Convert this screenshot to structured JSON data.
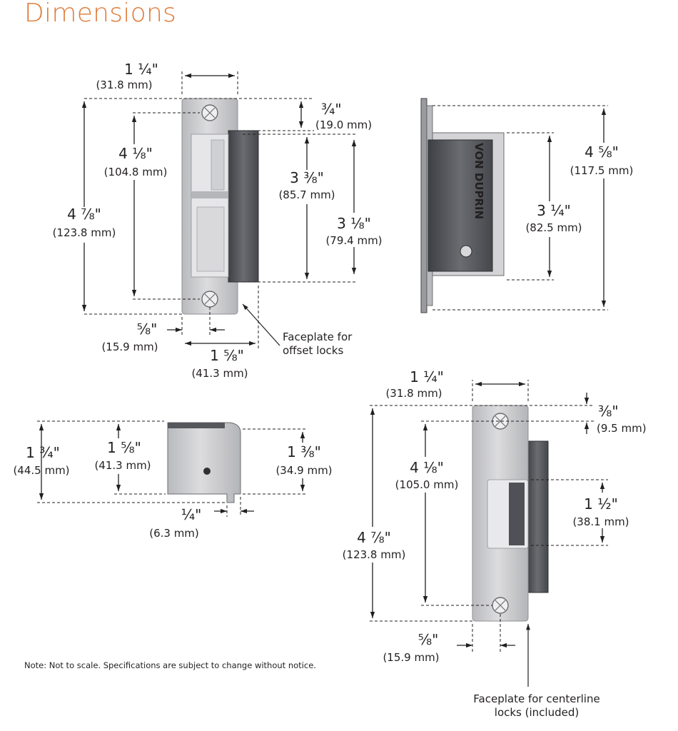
{
  "title": "Dimensions",
  "note": "Note:  Not to scale. Specifications are subject to change without notice.",
  "colors": {
    "title": "#e07b39",
    "text": "#231f20",
    "metal": "#c9c9cb",
    "dark_body": "#55575c"
  },
  "front_view": {
    "width": {
      "frac": "1 ¼\"",
      "mm": "(31.8 mm)"
    },
    "top_offset": {
      "frac": "¾\"",
      "mm": "(19.0 mm)"
    },
    "hole_spacing": {
      "frac": "4 ⅛\"",
      "mm": "(104.8 mm)"
    },
    "overall_height": {
      "frac": "4 ⅞\"",
      "mm": "(123.8 mm)"
    },
    "keeper_height": {
      "frac": "3 ⅜\"",
      "mm": "(85.7 mm)"
    },
    "opening_height": {
      "frac": "3 ⅛\"",
      "mm": "(79.4 mm)"
    },
    "edge_offset": {
      "frac": "⅝\"",
      "mm": "(15.9 mm)"
    },
    "total_width": {
      "frac": "1 ⅝\"",
      "mm": "(41.3 mm)"
    },
    "callout": [
      "Faceplate for",
      "offset locks"
    ]
  },
  "side_view": {
    "brand": "VON DUPRIN",
    "overall_height": {
      "frac": "4 ⅝\"",
      "mm": "(117.5 mm)"
    },
    "body_height": {
      "frac": "3 ¼\"",
      "mm": "(82.5 mm)"
    }
  },
  "top_view": {
    "depth_total": {
      "frac": "1 ¾\"",
      "mm": "(44.5 mm)"
    },
    "depth_body": {
      "frac": "1 ⅝\"",
      "mm": "(41.3 mm)"
    },
    "depth_right": {
      "frac": "1 ⅜\"",
      "mm": "(34.9 mm)"
    },
    "lip": {
      "frac": "¼\"",
      "mm": "(6.3 mm)"
    }
  },
  "centerline_view": {
    "width": {
      "frac": "1 ¼\"",
      "mm": "(31.8 mm)"
    },
    "top_offset": {
      "frac": "⅜\"",
      "mm": "(9.5 mm)"
    },
    "hole_spacing": {
      "frac": "4 ⅛\"",
      "mm": "(105.0 mm)"
    },
    "overall_height": {
      "frac": "4 ⅞\"",
      "mm": "(123.8 mm)"
    },
    "opening": {
      "frac": "1 ½\"",
      "mm": "(38.1 mm)"
    },
    "edge_offset": {
      "frac": "⅝\"",
      "mm": "(15.9 mm)"
    },
    "callout": [
      "Faceplate for centerline",
      "locks (included)"
    ]
  }
}
